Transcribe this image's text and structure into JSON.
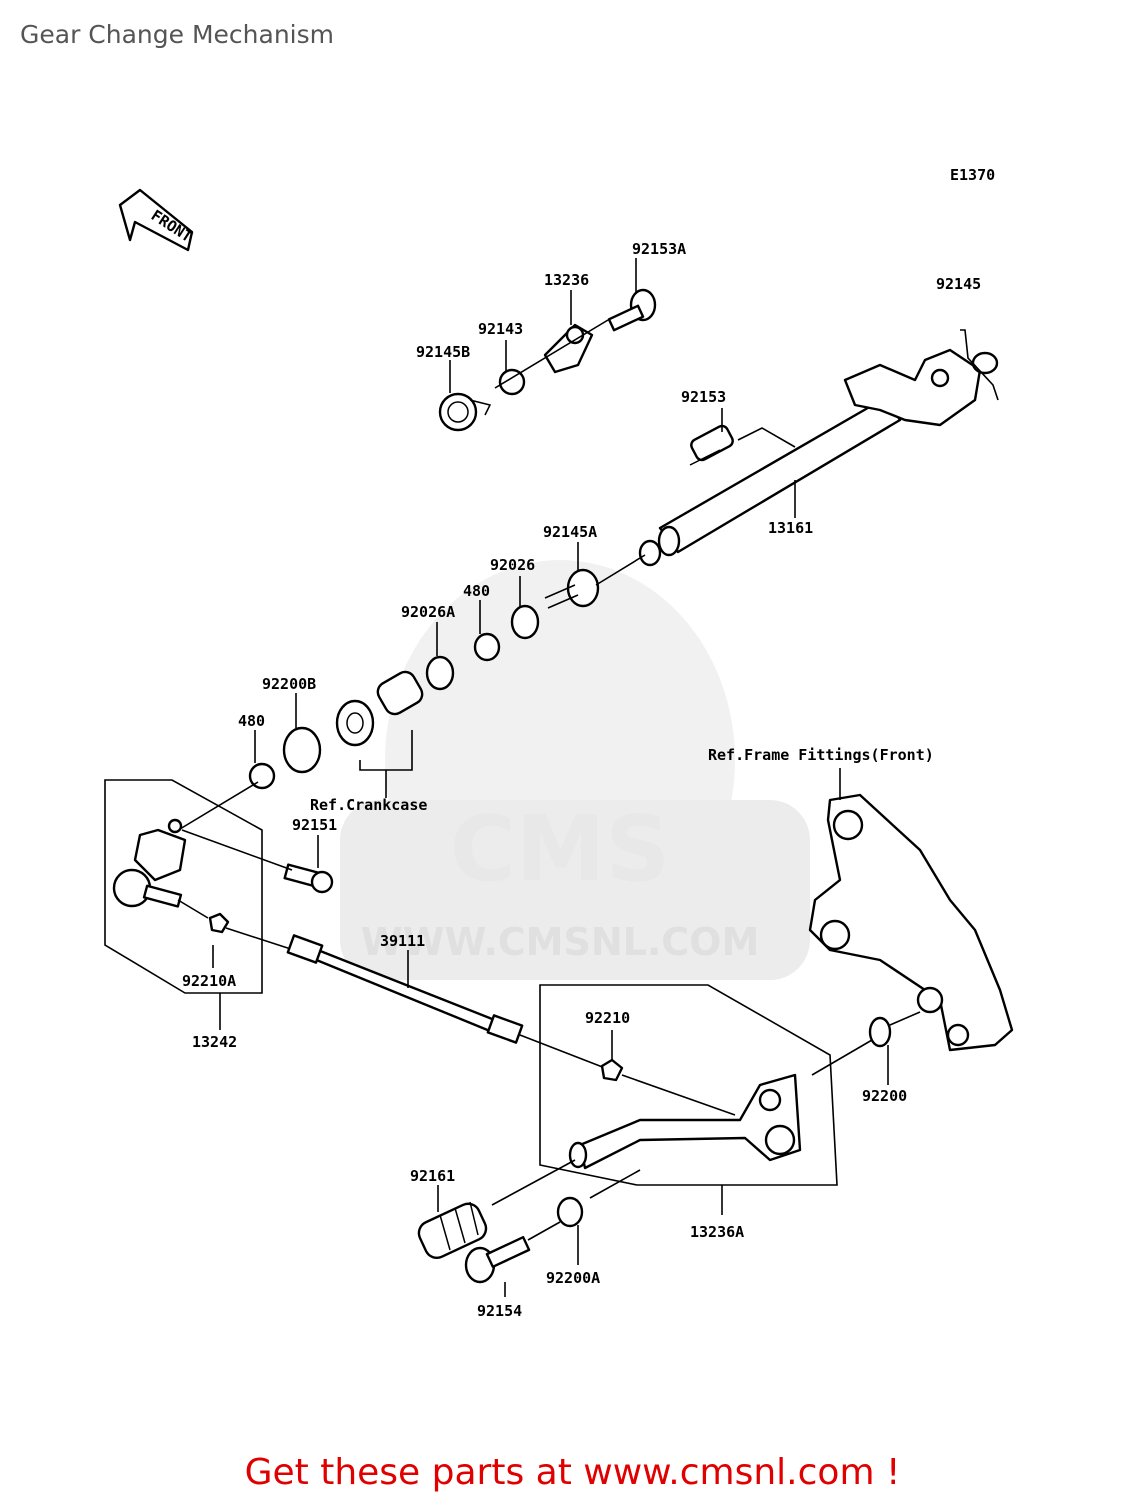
{
  "title": "Gear Change Mechanism",
  "diagram_code": "E1370",
  "front_marker": "FRONT",
  "watermark": {
    "brand": "CMS",
    "url": "WWW.CMSNL.COM"
  },
  "parts": {
    "p92153A": "92153A",
    "p13236": "13236",
    "p92143": "92143",
    "p92145B": "92145B",
    "p92145": "92145",
    "p92153": "92153",
    "p13161": "13161",
    "p92145A": "92145A",
    "p92026": "92026",
    "p480a": "480",
    "p92026A": "92026A",
    "p92200B": "92200B",
    "p480b": "480",
    "p92151": "92151",
    "p39111": "39111",
    "p92210A": "92210A",
    "p13242": "13242",
    "p92210": "92210",
    "p92200": "92200",
    "p92161": "92161",
    "p13236A": "13236A",
    "p92154": "92154",
    "p92200A": "92200A"
  },
  "refs": {
    "crankcase": "Ref.Crankcase",
    "frame": "Ref.Frame Fittings(Front)"
  },
  "footer": "Get these parts at www.cmsnl.com !"
}
